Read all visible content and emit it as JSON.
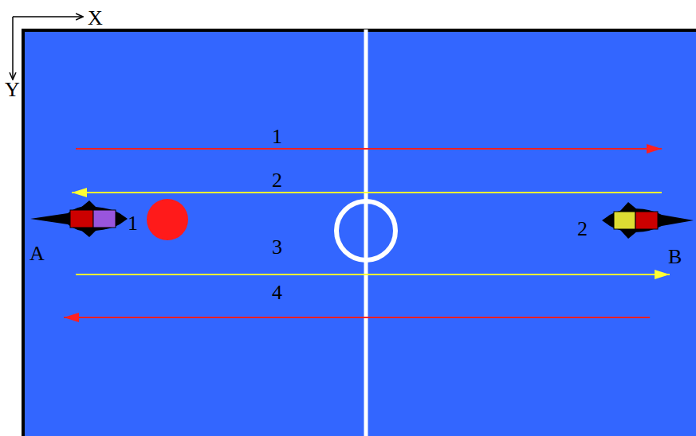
{
  "diagram": {
    "labels": [
      "X",
      "Y",
      "1",
      "2",
      "3",
      "4",
      "1",
      "A",
      "2",
      "B"
    ]
  }
}
